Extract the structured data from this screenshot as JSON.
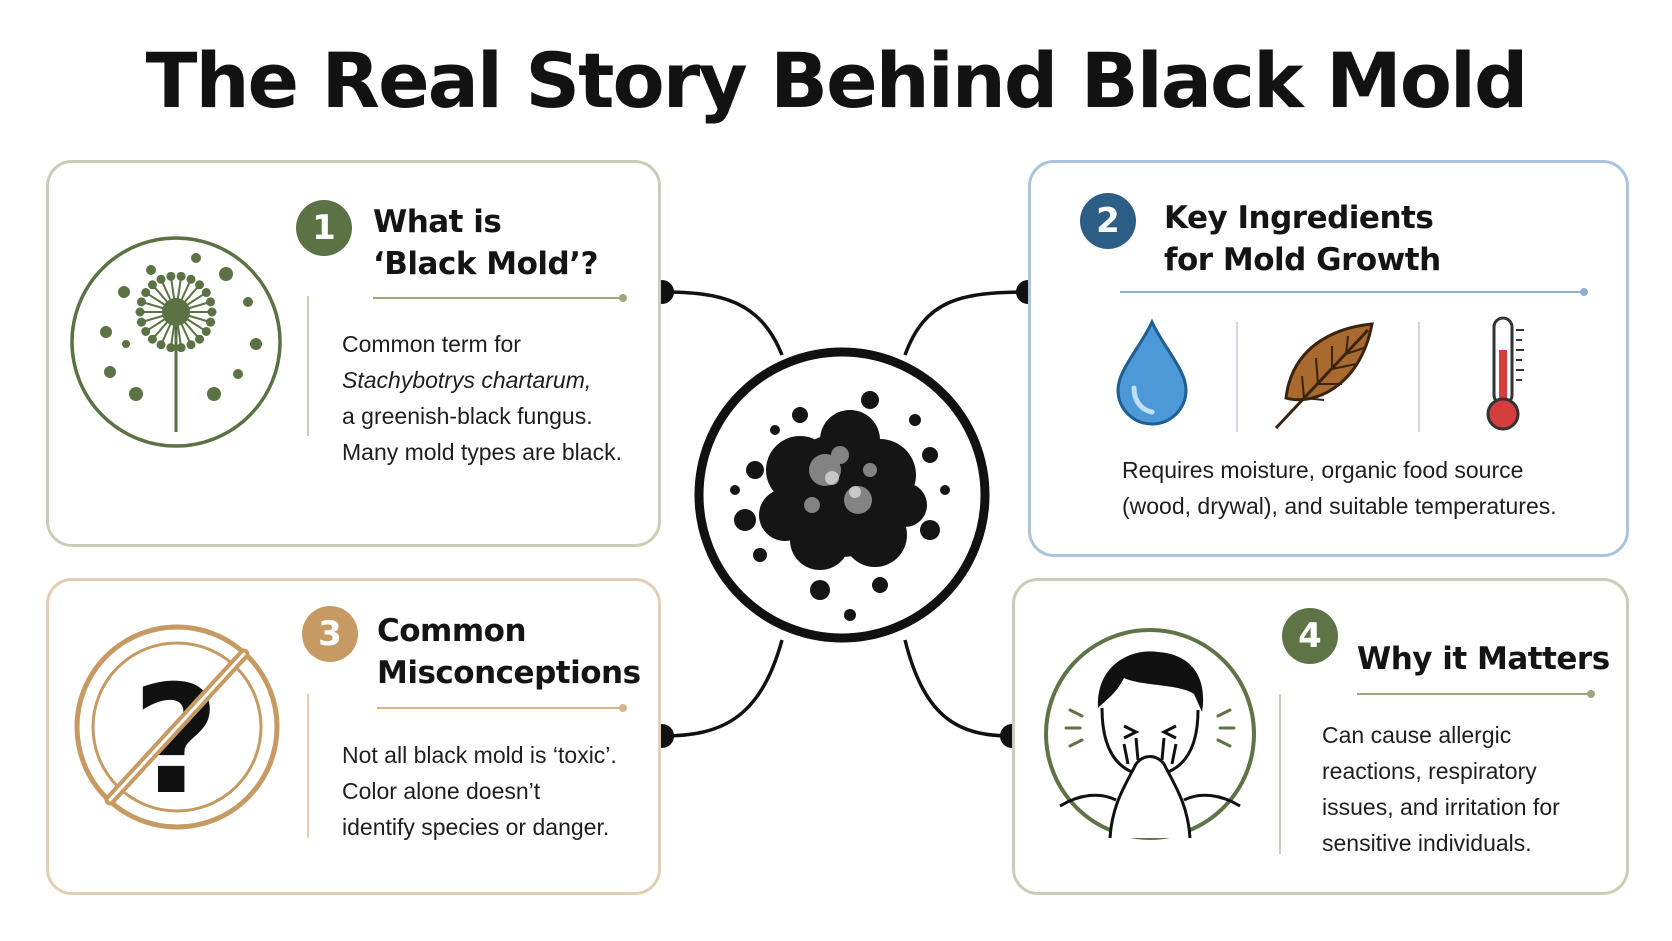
{
  "title": "The Real Story Behind Black Mold",
  "colors": {
    "green": "#5b7244",
    "blue": "#2d5f86",
    "tan": "#c69a62",
    "darkgreen": "#5f7446"
  },
  "sections": [
    {
      "number": "1",
      "heading_lines": [
        "What is",
        "‘Black Mold’?"
      ],
      "body_lines": [
        "Common term for",
        "Stachybotrys chartarum,",
        "a greenish-black fungus.",
        "Many mold types are black."
      ],
      "icon": "dandelion-spore-icon"
    },
    {
      "number": "2",
      "heading_lines": [
        "Key Ingredients",
        "for Mold Growth"
      ],
      "body_lines": [
        "Requires moisture, organic food source",
        "(wood, drywal), and suitable temperatures."
      ],
      "icons": [
        "water-drop-icon",
        "leaf-icon",
        "thermometer-icon"
      ]
    },
    {
      "number": "3",
      "heading_lines": [
        "Common",
        "Misconceptions"
      ],
      "body_lines": [
        "Not all black mold is ‘toxic’.",
        "Color alone doesn’t",
        "identify species or danger."
      ],
      "icon": "question-mark-prohibited-icon"
    },
    {
      "number": "4",
      "heading_lines": [
        "Why it Matters"
      ],
      "body_lines": [
        "Can cause allergic",
        "reactions, respiratory",
        "issues, and irritation for",
        "sensitive individuals."
      ],
      "icon": "sneezing-person-icon"
    }
  ],
  "center": {
    "icon": "black-mold-splotch-icon"
  }
}
